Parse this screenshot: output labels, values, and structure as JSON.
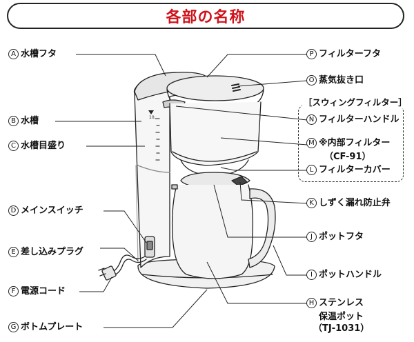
{
  "title": "各部の名称",
  "group_label": "［スウィングフィルター］",
  "parts_left": [
    {
      "mark": "A",
      "label": "水槽フタ"
    },
    {
      "mark": "B",
      "label": "水槽"
    },
    {
      "mark": "C",
      "label": "水槽目盛り"
    },
    {
      "mark": "D",
      "label": "メインスイッチ"
    },
    {
      "mark": "E",
      "label": "差し込みプラグ"
    },
    {
      "mark": "F",
      "label": "電源コード"
    },
    {
      "mark": "G",
      "label": "ボトムプレート"
    }
  ],
  "parts_right": [
    {
      "mark": "P",
      "label": "フィルターフタ"
    },
    {
      "mark": "O",
      "label": "蒸気抜き口"
    },
    {
      "mark": "N",
      "label": "フィルターハンドル"
    },
    {
      "mark": "M",
      "label": "※内部フィルター",
      "sub": "（CF-91）"
    },
    {
      "mark": "L",
      "label": "フィルターカバー"
    },
    {
      "mark": "K",
      "label": "しずく漏れ防止弁"
    },
    {
      "mark": "J",
      "label": "ポットフタ"
    },
    {
      "mark": "I",
      "label": "ポットハンドル"
    },
    {
      "mark": "H",
      "label": "ステンレス",
      "sub": "保温ポット",
      "sub2": "（TJ-1031）"
    }
  ],
  "scale_marks": [
    "10"
  ],
  "colors": {
    "title": "#d0121b",
    "outline": "#222222"
  }
}
